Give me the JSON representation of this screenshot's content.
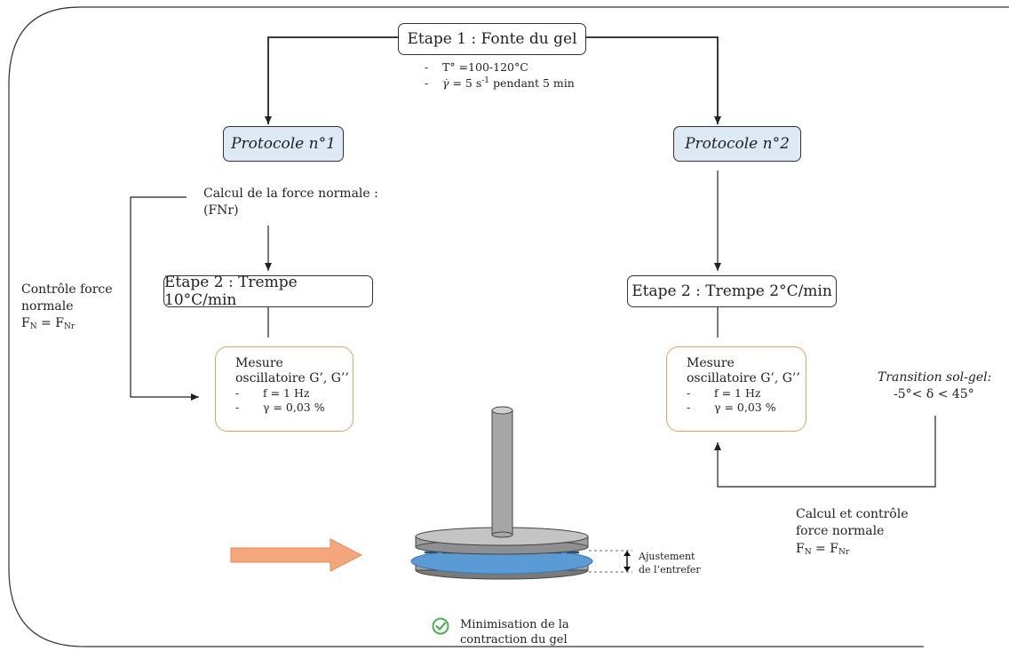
{
  "step1": {
    "title": "Etape 1 : Fonte du gel",
    "temperature": "T° =100-120°C",
    "shear_symbol": "γ̇",
    "shear_value": " = 5 s",
    "shear_exp": "-1",
    "shear_duration": " pendant 5 min"
  },
  "protocol1": {
    "title": "Protocole n°1",
    "force_calc_line1": "Calcul de la force normale :",
    "force_calc_line2": "(FNr)",
    "step2": "Etape 2 : Trempe 10°C/min",
    "control_line1": "Contrôle force",
    "control_line2": "normale",
    "control_formula": "F_N = F_Nr",
    "measure_line1": "Mesure",
    "measure_line2": "oscillatoire G’, G’’",
    "param1": "f = 1 Hz",
    "param2": "γ = 0,03 %"
  },
  "protocol2": {
    "title": "Protocole n°2",
    "step2": "Etape 2 : Trempe 2°C/min",
    "measure_line1": "Mesure",
    "measure_line2": "oscillatoire G’, G’’",
    "param1": "f = 1 Hz",
    "param2": "γ = 0,03 %",
    "transition_title": "Transition sol-gel:",
    "transition_formula": "-5°< δ < 45°",
    "control_line1": "Calcul et contrôle",
    "control_line2": "force normale",
    "control_formula": "F_N = F_Nr"
  },
  "illustration": {
    "gap_label_line1": "Ajustement",
    "gap_label_line2": "de l’entrefer",
    "result_line1": "Minimisation de la",
    "result_line2": "contraction du gel"
  },
  "colors": {
    "protocol_fill": "#dde9f5",
    "measure_border": "#f0a05e",
    "arrow_orange": "#f4a77a",
    "gel_blue": "#5b9bd5",
    "plate_gray": "#a8a8a8",
    "check_green": "#4caf50"
  },
  "icons": [
    "check-circle-icon",
    "orange-right-arrow",
    "double-arrow-icon"
  ]
}
